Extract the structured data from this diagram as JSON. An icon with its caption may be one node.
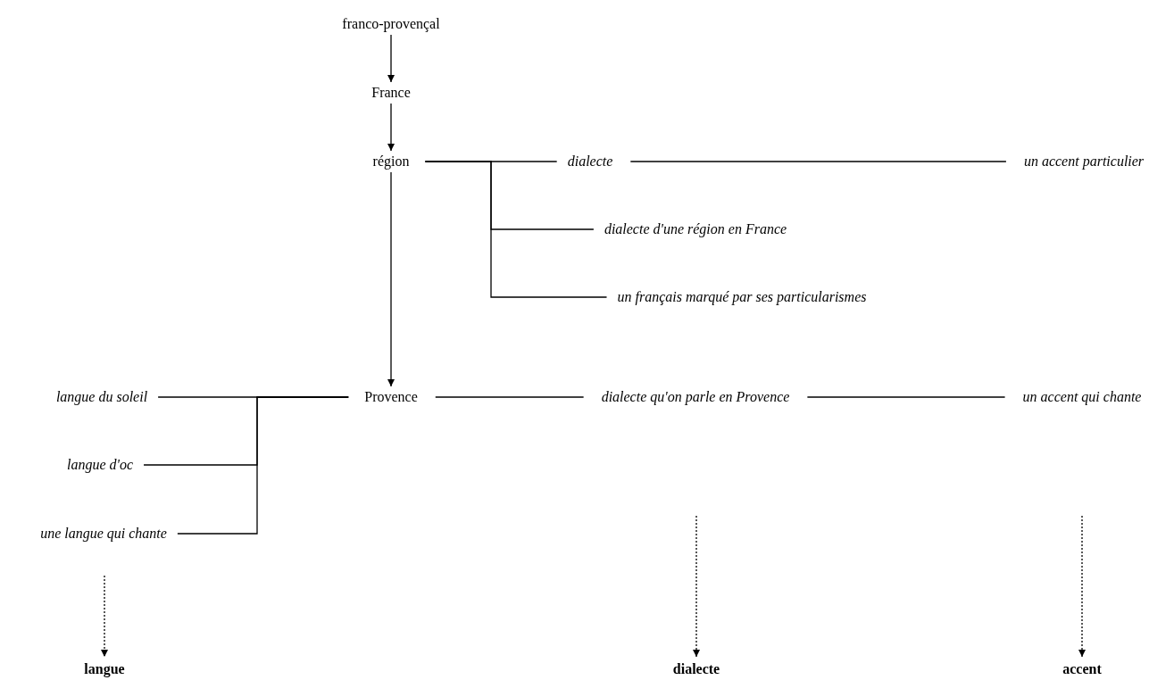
{
  "diagram": {
    "nodes": [
      {
        "text": [
          "franco-provençal"
        ]
      },
      {
        "text": [
          "France"
        ]
      },
      {
        "text": [
          "région"
        ]
      },
      {
        "text": [
          "dialecte"
        ]
      },
      {
        "text": [
          "un accent particulier"
        ]
      },
      {
        "text": [
          "dialecte d'une région en France"
        ]
      },
      {
        "text": [
          "un français marqué par ses particularismes"
        ]
      },
      {
        "text": [
          "Provence"
        ]
      },
      {
        "text": [
          "langue du soleil"
        ]
      },
      {
        "text": [
          "langue d'oc"
        ]
      },
      {
        "text": [
          "une langue qui chante"
        ]
      },
      {
        "text": [
          "dialecte qu'on parle en Provence"
        ]
      },
      {
        "text": [
          "un accent qui chante"
        ]
      },
      {
        "text": [
          "langue"
        ]
      },
      {
        "text": [
          "dialecte"
        ]
      },
      {
        "text": [
          "accent"
        ]
      }
    ],
    "edges": [
      {
        "from": 0,
        "to": 1,
        "arrow": "to"
      },
      {
        "from": 1,
        "to": 2,
        "arrow": "to"
      },
      {
        "from": 2,
        "to": 7,
        "arrow": "to"
      },
      {
        "from": 2,
        "to": 3,
        "arrow": "none"
      },
      {
        "from": 2,
        "to": 5,
        "arrow": "none"
      },
      {
        "from": 2,
        "to": 6,
        "arrow": "none"
      },
      {
        "from": 3,
        "to": 4,
        "arrow": "none"
      },
      {
        "from": 7,
        "to": 8,
        "arrow": "none"
      },
      {
        "from": 7,
        "to": 9,
        "arrow": "none"
      },
      {
        "from": 7,
        "to": 10,
        "arrow": "none"
      },
      {
        "from": 7,
        "to": 11,
        "arrow": "none"
      },
      {
        "from": 11,
        "to": 12,
        "arrow": "none"
      },
      {
        "from": null,
        "to": 13,
        "arrow": "to",
        "style": "dashed"
      },
      {
        "from": null,
        "to": 14,
        "arrow": "to",
        "style": "dashed"
      },
      {
        "from": null,
        "to": 15,
        "arrow": "to",
        "style": "dashed"
      }
    ]
  }
}
